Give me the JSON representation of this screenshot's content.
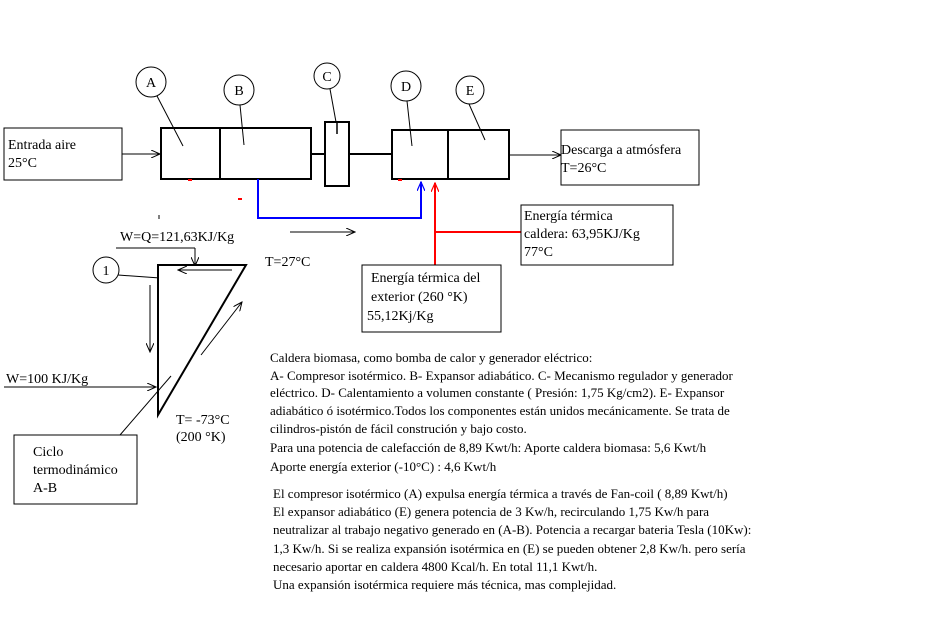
{
  "components": {
    "A": "A",
    "B": "B",
    "C": "C",
    "D": "D",
    "E": "E"
  },
  "inlet": {
    "line1": "Entrada aire",
    "line2": "25°C"
  },
  "outlet": {
    "line1": "Descarga a atmósfera",
    "line2": "T=26°C"
  },
  "boiler": {
    "line1": "Energía térmica",
    "line2": "caldera: 63,95KJ/Kg",
    "line3": "77°C"
  },
  "exterior": {
    "line1": "Energía térmica del",
    "line2": "exterior (260 °K)",
    "line3": "55,12Kj/Kg"
  },
  "cycle": {
    "heat_label": "W=Q=121,63KJ/Kg",
    "point_label": "1",
    "t_high": "T=27°C",
    "t_low_1": "T= -73°C",
    "t_low_2": "(200 °K)",
    "work_label": "W=100 KJ/Kg",
    "name_1": "Ciclo",
    "name_2": "termodinámico",
    "name_3": "A-B"
  },
  "description": {
    "p1": [
      "Caldera biomasa, como bomba de calor y generador eléctrico:",
      "A- Compresor isotérmico. B- Expansor adiabático. C- Mecanismo regulador y generador",
      "eléctrico. D- Calentamiento a volumen constante ( Presión: 1,75 Kg/cm2). E- Expansor",
      "adiabático ó isotérmico.Todos los componentes están unidos mecánicamente. Se trata de",
      "cilindros-pistón de fácil construción y bajo costo.",
      "Para una potencia de calefacción de 8,89 Kwt/h: Aporte caldera biomasa:  5,6 Kwt/h",
      "Aporte energía exterior (-10°C) :  4,6 Kwt/h"
    ],
    "p2": [
      "El compresor isotérmico (A) expulsa energía térmica a través de Fan-coil ( 8,89 Kwt/h)",
      "El expansor adiabático (E) genera potencia de 3 Kw/h, recirculando 1,75 Kw/h para",
      "neutralizar al trabajo negativo generado en (A-B). Potencia a recargar bateria Tesla (10Kw):",
      "1,3 Kw/h. Si se realiza expansión isotérmica en (E) se pueden obtener 2,8 Kw/h. pero sería",
      "necesario aportar en caldera 4800 Kcal/h. En total 11,1 Kwt/h.",
      "Una expansión isotérmica requiere más técnica, mas complejidad."
    ]
  },
  "colors": {
    "recirculation_line": "#0000ff",
    "heat_input_line": "#ff0000"
  }
}
